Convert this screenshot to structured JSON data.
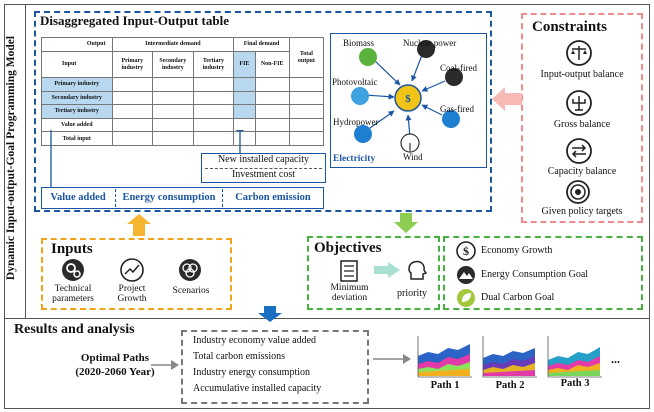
{
  "side_title": "Dynamic Input-output-Goal Programming Model",
  "io_table": {
    "title": "Disaggregated Input-Output table",
    "corner_top": "Output",
    "corner_bottom": "Input",
    "intermediate": "Intermediate demand",
    "final": "Final demand",
    "total_output": "Total output",
    "cols": [
      "Primary industry",
      "Secondary industry",
      "Tertiary industry",
      "FIE",
      "Non-FIE"
    ],
    "rows": [
      "Primary industry",
      "Secondary industry",
      "Tertiary industry",
      "Value added",
      "Total input"
    ]
  },
  "new_capacity": "New installed capacity",
  "investment_cost": "Investment cost",
  "bottom_labels": [
    "Value added",
    "Energy consumption",
    "Carbon emission"
  ],
  "electricity": {
    "label": "Electricity",
    "sources": [
      "Biomass",
      "Nuclear power",
      "Photovoltaic",
      "Coal-fired",
      "Gas-fired",
      "Hydropower",
      "Wind"
    ]
  },
  "constraints": {
    "title": "Constraints",
    "items": [
      "Input-output balance",
      "Gross balance",
      "Capacity balance",
      "Given policy targets"
    ]
  },
  "inputs": {
    "title": "Inputs",
    "items": [
      "Technical parameters",
      "Project Growth",
      "Scenarios"
    ]
  },
  "objectives": {
    "title": "Objectives",
    "left": "Minimum deviation",
    "right": "priority",
    "goals": [
      "Economy Growth",
      "Energy Consumption Goal",
      "Dual Carbon Goal"
    ]
  },
  "results": {
    "title": "Results and analysis",
    "optimal": "Optimal Paths",
    "years": "(2020-2060 Year)",
    "items": [
      "Industry economy value added",
      "Total carbon emissions",
      "Industry energy consumption",
      "Accumulative installed  capacity"
    ],
    "paths": [
      "Path 1",
      "Path 2",
      "Path 3"
    ],
    "ellipsis": "..."
  },
  "colors": {
    "blue": "#1b56a3",
    "orange": "#f0a41c",
    "green": "#47b23e",
    "pink": "#f08b8b",
    "table_highlight": "#b8d8f0"
  }
}
